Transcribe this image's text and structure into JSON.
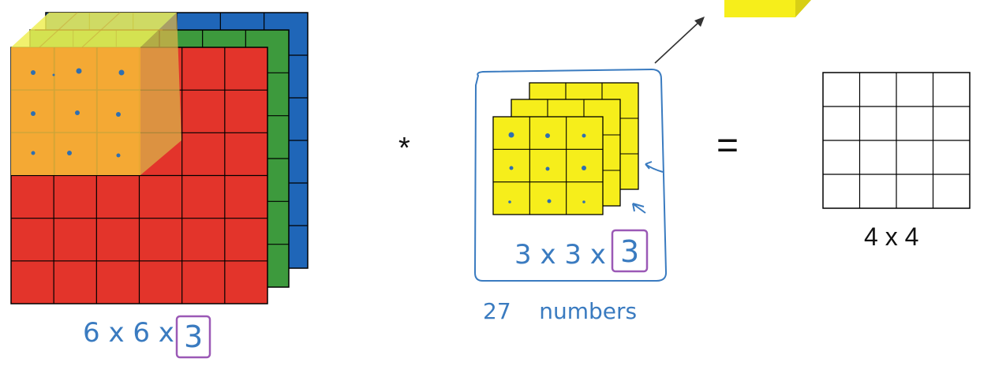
{
  "input_volume": {
    "dims_label": "6 x 6 x",
    "channel_label": "3",
    "colors": {
      "red": "#e3342b",
      "green": "#3d9a3d",
      "blue": "#1f66b8",
      "highlight": "#f5b335",
      "yellow_tint": "#e8e86a"
    }
  },
  "operator": "*",
  "filter": {
    "dims_label": "3 x 3 x",
    "channel_label": "3",
    "caption": "27    numbers",
    "color": "#f6ee1b"
  },
  "equals": "=",
  "output": {
    "dims_label": "4 x 4"
  },
  "colors": {
    "ink_blue": "#3a7bc0",
    "ink_purple": "#9b59b6"
  }
}
